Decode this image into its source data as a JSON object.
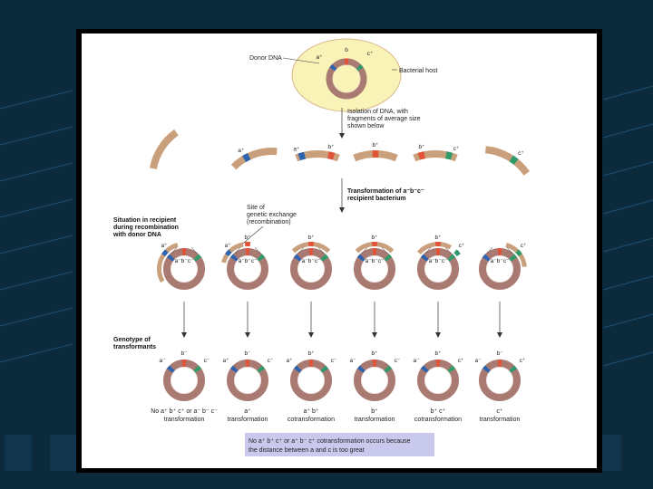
{
  "diagram": {
    "colors": {
      "chromosome": "#a87a72",
      "chromosome_inner": "#ffffff",
      "fragment": "#caa07c",
      "gene_a": "#2e63b0",
      "gene_b": "#e2543a",
      "gene_c": "#2f9a6a",
      "host": "#faf3b8",
      "host_border": "#d9b88a",
      "note_bg": "#c9c9ee",
      "background": "#0b2a3c"
    },
    "labels": {
      "donor_dna": "Donor DNA",
      "bacterial_host": "Bacterial host",
      "isolation": [
        "Isolation of DNA, with",
        "fragments of average size",
        "shown below"
      ],
      "transformation": [
        "Transformation of a⁻b⁻c⁻",
        "recipient bacterium"
      ],
      "site_exchange": [
        "Site of",
        "genetic exchange",
        "(recombination)"
      ],
      "situation": [
        "Situation in recipient",
        "during recombination",
        "with donor DNA"
      ],
      "genotype": [
        "Genotype of",
        "transformants"
      ]
    },
    "donor_genes": {
      "a": "a⁺",
      "b": "b",
      "c": "c⁺"
    },
    "fragments": [
      {
        "a": "",
        "b": "",
        "c": ""
      },
      {
        "a": "a⁺",
        "b": "",
        "c": ""
      },
      {
        "a": "a⁺",
        "b": "b⁺",
        "c": ""
      },
      {
        "a": "",
        "b": "b⁺",
        "c": ""
      },
      {
        "a": "",
        "b": "b⁺",
        "c": "c⁺"
      },
      {
        "a": "",
        "b": "",
        "c": "c⁺"
      }
    ],
    "recipient_row": [
      {
        "top_a": "a⁺",
        "top_b": "",
        "top_c": "",
        "inner": "a⁻b⁻c⁻"
      },
      {
        "top_a": "a⁺",
        "top_b": "b⁺",
        "top_c": "",
        "inner": "a⁻b⁻c⁻"
      },
      {
        "top_a": "",
        "top_b": "b⁺",
        "top_c": "",
        "inner": "a⁻b⁻c⁻"
      },
      {
        "top_a": "",
        "top_b": "b⁺",
        "top_c": "",
        "inner": "a⁻b⁻c⁻"
      },
      {
        "top_a": "",
        "top_b": "b⁺",
        "top_c": "c⁺",
        "inner": "a⁻b⁻c⁻"
      },
      {
        "top_a": "",
        "top_b": "",
        "top_c": "c⁺",
        "inner": "a⁻b⁻c⁻"
      }
    ],
    "transformants": [
      {
        "a": "a⁻",
        "b": "b⁻",
        "c": "c⁻",
        "label": [
          "No a⁺ b⁺ c⁺ or a⁻ b⁻ c⁻",
          "transformation"
        ]
      },
      {
        "a": "a⁺",
        "b": "b⁻",
        "c": "c⁻",
        "label": [
          "a⁺",
          "transformation"
        ]
      },
      {
        "a": "a⁺",
        "b": "b⁺",
        "c": "c⁻",
        "label": [
          "a⁺ b⁺",
          "cotransformation"
        ]
      },
      {
        "a": "a⁻",
        "b": "b⁺",
        "c": "c⁻",
        "label": [
          "b⁺",
          "transformation"
        ]
      },
      {
        "a": "a⁻",
        "b": "b⁺",
        "c": "c⁺",
        "label": [
          "b⁺ c⁺",
          "cotransformation"
        ]
      },
      {
        "a": "a⁻",
        "b": "b⁻",
        "c": "c⁺",
        "label": [
          "c⁺",
          "transformation"
        ]
      }
    ],
    "note": [
      "No a⁺ b⁺ c⁺ or a⁺ b⁻ c⁺ cotransformation occurs because",
      "the distance between a and c is too great"
    ]
  }
}
